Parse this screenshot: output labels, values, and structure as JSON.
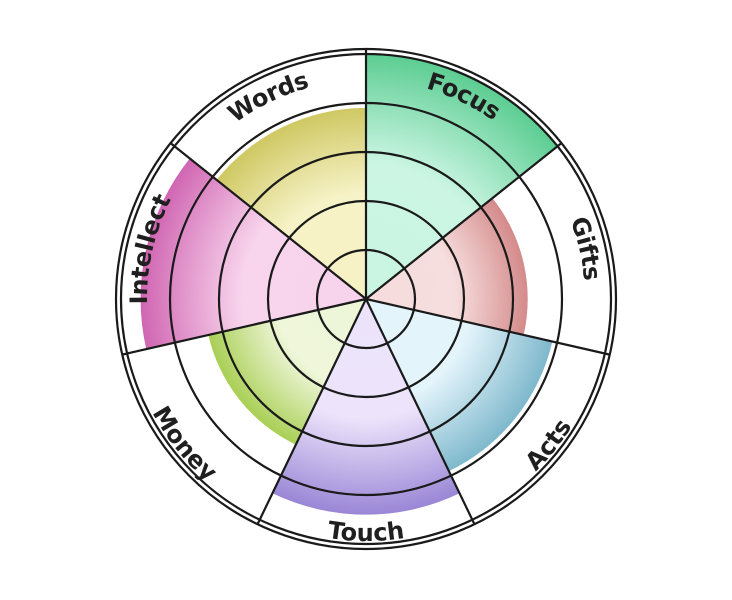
{
  "chart_data": {
    "type": "radial-bar",
    "title": "",
    "rlim": [
      0,
      5
    ],
    "rings": 5,
    "outline_color": "#1a1a1a",
    "segments": [
      {
        "label": "Focus",
        "value": 5.0,
        "color_inner": "#c9f5e2",
        "color_outer": "#5ccd92"
      },
      {
        "label": "Gifts",
        "value": 3.3,
        "color_inner": "#f6dcdc",
        "color_outer": "#d48a8a"
      },
      {
        "label": "Acts",
        "value": 3.9,
        "color_inner": "#e3f4fb",
        "color_outer": "#7eb8cc"
      },
      {
        "label": "Touch",
        "value": 4.4,
        "color_inner": "#ece3fb",
        "color_outer": "#9a86d6"
      },
      {
        "label": "Money",
        "value": 3.3,
        "color_inner": "#eef6d8",
        "color_outer": "#a9cf55"
      },
      {
        "label": "Intellect",
        "value": 4.6,
        "color_inner": "#f8d3ec",
        "color_outer": "#d065b2"
      },
      {
        "label": "Words",
        "value": 3.9,
        "color_inner": "#f6f2c4",
        "color_outer": "#cfc863"
      }
    ]
  }
}
